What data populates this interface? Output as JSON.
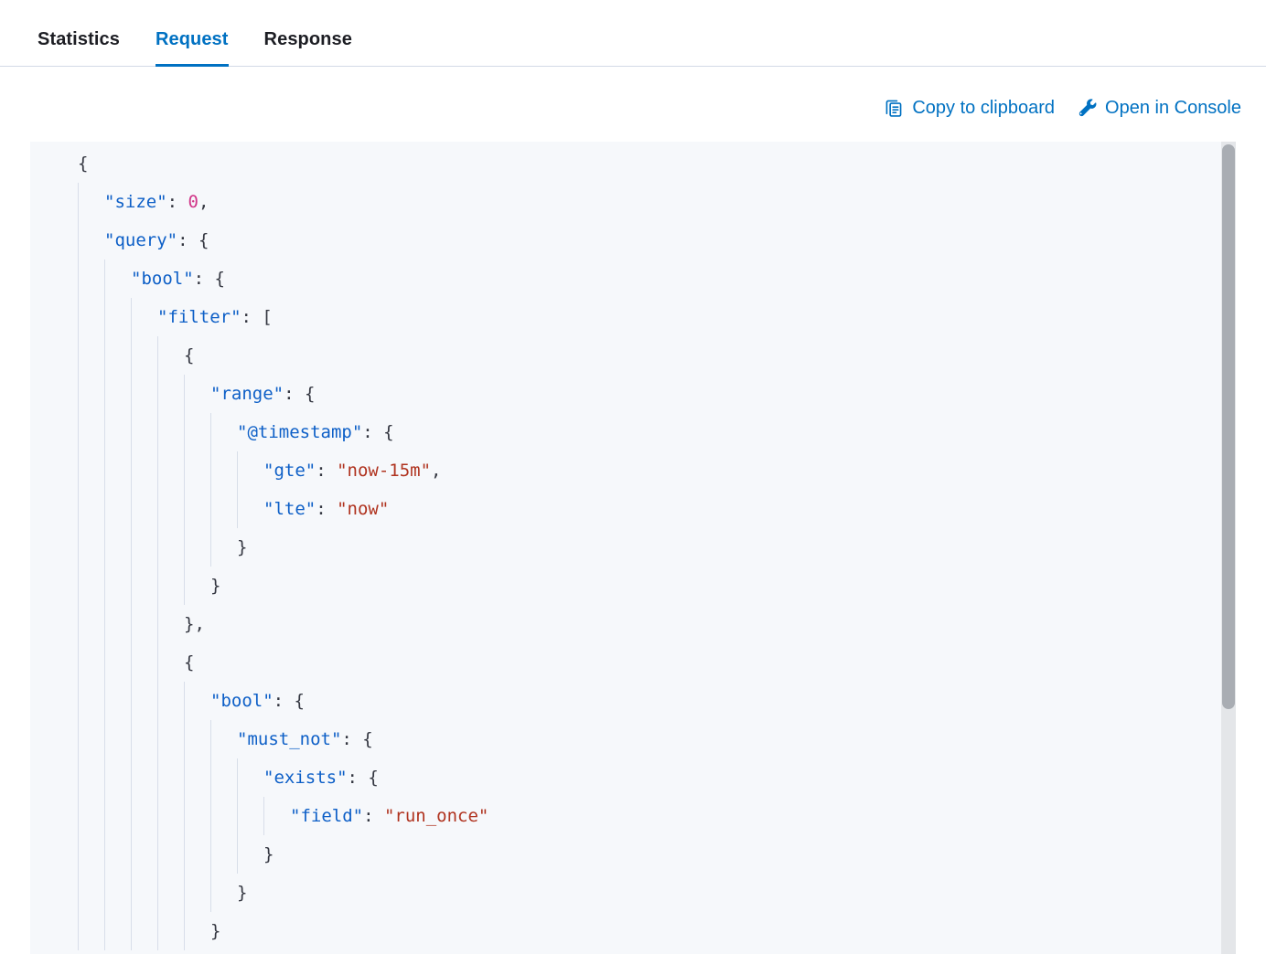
{
  "tabs": [
    {
      "id": "statistics",
      "label": "Statistics",
      "active": false
    },
    {
      "id": "request",
      "label": "Request",
      "active": true
    },
    {
      "id": "response",
      "label": "Response",
      "active": false
    }
  ],
  "actions": [
    {
      "id": "copy-to-clipboard",
      "label": "Copy to clipboard",
      "icon": "copy-icon"
    },
    {
      "id": "open-in-console",
      "label": "Open in Console",
      "icon": "wrench-icon"
    }
  ],
  "colors": {
    "accent": "#0071c2",
    "tab_text": "#1d1e24",
    "divider": "#d3dae6",
    "code_bg": "#f6f8fb",
    "guide": "#d8dee9",
    "key": "#0d5fc7",
    "number": "#d13588",
    "string": "#b0331f",
    "punct": "#343741",
    "scrollbar_thumb": "#a9adb3",
    "scrollbar_track": "#e4e6e9"
  },
  "code": {
    "language": "json",
    "lines": [
      {
        "indent": 0,
        "tokens": [
          {
            "t": "{",
            "c": "punct"
          }
        ]
      },
      {
        "indent": 1,
        "tokens": [
          {
            "t": "\"size\"",
            "c": "key"
          },
          {
            "t": ": ",
            "c": "punct"
          },
          {
            "t": "0",
            "c": "num"
          },
          {
            "t": ",",
            "c": "punct"
          }
        ]
      },
      {
        "indent": 1,
        "tokens": [
          {
            "t": "\"query\"",
            "c": "key"
          },
          {
            "t": ": {",
            "c": "punct"
          }
        ]
      },
      {
        "indent": 2,
        "tokens": [
          {
            "t": "\"bool\"",
            "c": "key"
          },
          {
            "t": ": {",
            "c": "punct"
          }
        ]
      },
      {
        "indent": 3,
        "tokens": [
          {
            "t": "\"filter\"",
            "c": "key"
          },
          {
            "t": ": [",
            "c": "punct"
          }
        ]
      },
      {
        "indent": 4,
        "tokens": [
          {
            "t": "{",
            "c": "punct"
          }
        ]
      },
      {
        "indent": 5,
        "tokens": [
          {
            "t": "\"range\"",
            "c": "key"
          },
          {
            "t": ": {",
            "c": "punct"
          }
        ]
      },
      {
        "indent": 6,
        "tokens": [
          {
            "t": "\"@timestamp\"",
            "c": "key"
          },
          {
            "t": ": {",
            "c": "punct"
          }
        ]
      },
      {
        "indent": 7,
        "tokens": [
          {
            "t": "\"gte\"",
            "c": "key"
          },
          {
            "t": ": ",
            "c": "punct"
          },
          {
            "t": "\"now-15m\"",
            "c": "str"
          },
          {
            "t": ",",
            "c": "punct"
          }
        ]
      },
      {
        "indent": 7,
        "tokens": [
          {
            "t": "\"lte\"",
            "c": "key"
          },
          {
            "t": ": ",
            "c": "punct"
          },
          {
            "t": "\"now\"",
            "c": "str"
          }
        ]
      },
      {
        "indent": 6,
        "tokens": [
          {
            "t": "}",
            "c": "punct"
          }
        ]
      },
      {
        "indent": 5,
        "tokens": [
          {
            "t": "}",
            "c": "punct"
          }
        ]
      },
      {
        "indent": 4,
        "tokens": [
          {
            "t": "},",
            "c": "punct"
          }
        ]
      },
      {
        "indent": 4,
        "tokens": [
          {
            "t": "{",
            "c": "punct"
          }
        ]
      },
      {
        "indent": 5,
        "tokens": [
          {
            "t": "\"bool\"",
            "c": "key"
          },
          {
            "t": ": {",
            "c": "punct"
          }
        ]
      },
      {
        "indent": 6,
        "tokens": [
          {
            "t": "\"must_not\"",
            "c": "key"
          },
          {
            "t": ": {",
            "c": "punct"
          }
        ]
      },
      {
        "indent": 7,
        "tokens": [
          {
            "t": "\"exists\"",
            "c": "key"
          },
          {
            "t": ": {",
            "c": "punct"
          }
        ]
      },
      {
        "indent": 8,
        "tokens": [
          {
            "t": "\"field\"",
            "c": "key"
          },
          {
            "t": ": ",
            "c": "punct"
          },
          {
            "t": "\"run_once\"",
            "c": "str"
          }
        ]
      },
      {
        "indent": 7,
        "tokens": [
          {
            "t": "}",
            "c": "punct"
          }
        ]
      },
      {
        "indent": 6,
        "tokens": [
          {
            "t": "}",
            "c": "punct"
          }
        ]
      },
      {
        "indent": 5,
        "tokens": [
          {
            "t": "}",
            "c": "punct"
          }
        ]
      }
    ]
  }
}
